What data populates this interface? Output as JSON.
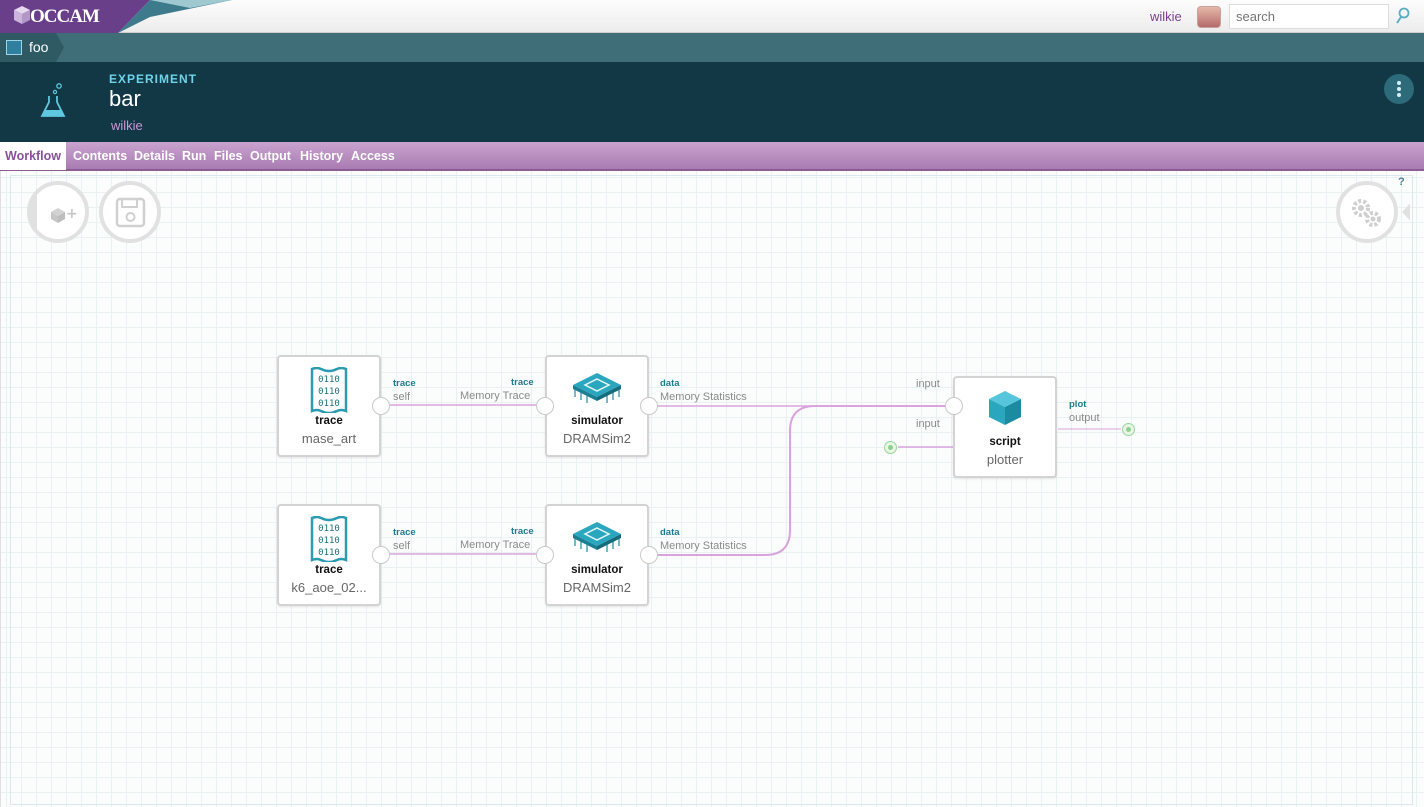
{
  "app": {
    "logo_text": "OCCAM"
  },
  "topbar": {
    "username": "wilkie",
    "search_placeholder": "search",
    "icons": [
      "avatar",
      "search-icon"
    ]
  },
  "breadcrumb": {
    "item": "foo"
  },
  "header": {
    "object_type": "EXPERIMENT",
    "name": "bar",
    "owner": "wilkie",
    "menu_icon": "kebab-menu-icon"
  },
  "tabs": [
    "Workflow",
    "Contents",
    "Details",
    "Run",
    "Files",
    "Output",
    "History",
    "Access"
  ],
  "active_tab": "Workflow",
  "canvas": {
    "help": "?",
    "toolbar_icons": [
      "add-object-icon",
      "save-icon",
      "configure-gears-icon"
    ]
  },
  "nodes": [
    {
      "type": "trace",
      "name": "mase_art",
      "icon": "binary-file-icon",
      "out_bold": "trace",
      "out_thin": "self"
    },
    {
      "type": "simulator",
      "name": "DRAMSim2",
      "icon": "chip-icon",
      "in_bold": "trace",
      "in_thin": "Memory Trace",
      "out_bold": "data",
      "out_thin": "Memory Statistics"
    },
    {
      "type": "trace",
      "name": "k6_aoe_02...",
      "icon": "binary-file-icon",
      "out_bold": "trace",
      "out_thin": "self"
    },
    {
      "type": "simulator",
      "name": "DRAMSim2",
      "icon": "chip-icon",
      "in_bold": "trace",
      "in_thin": "Memory Trace",
      "out_bold": "data",
      "out_thin": "Memory Statistics"
    },
    {
      "type": "script",
      "name": "plotter",
      "icon": "cube-icon",
      "in1_thin": "input",
      "in2_thin": "input",
      "out_bold": "plot",
      "out_thin": "output"
    }
  ],
  "binary_text": [
    "0110",
    "0110",
    "0110"
  ],
  "colors": {
    "accent_teal": "#1f7a8c",
    "wire": "#d9a3de",
    "tab_bar": "#b48bbd",
    "header": "#113844"
  }
}
